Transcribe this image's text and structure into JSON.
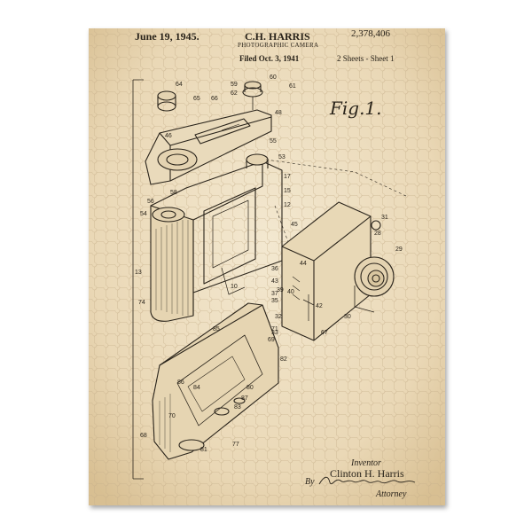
{
  "patent": {
    "date": "June 19, 1945.",
    "inventor_header": "C.H. HARRIS",
    "number": "2,378,406",
    "title": "PHOTOGRAPHIC CAMERA",
    "filed": "Filed Oct. 3, 1941",
    "sheets": "2 Sheets - Sheet 1",
    "figure": "Fig.1.",
    "inventor_label": "Inventor",
    "inventor_name": "Clinton H. Harris",
    "by": "By",
    "attorney": "Attorney",
    "signature": "Bartholomew Nigotino"
  },
  "ref_numbers": [
    "64",
    "65",
    "66",
    "59",
    "62",
    "60",
    "61",
    "48",
    "46",
    "55",
    "53",
    "17",
    "15",
    "58",
    "56",
    "54",
    "12",
    "45",
    "31",
    "28",
    "29",
    "44",
    "36",
    "43",
    "39",
    "40",
    "37",
    "35",
    "42",
    "32",
    "33",
    "30",
    "67",
    "10",
    "13",
    "74",
    "85",
    "71",
    "69",
    "82",
    "86",
    "84",
    "80",
    "87",
    "83",
    "70",
    "68",
    "81",
    "77"
  ],
  "colors": {
    "paper": "#efe2c6",
    "ink": "#2a241b",
    "background": "#ffffff"
  }
}
